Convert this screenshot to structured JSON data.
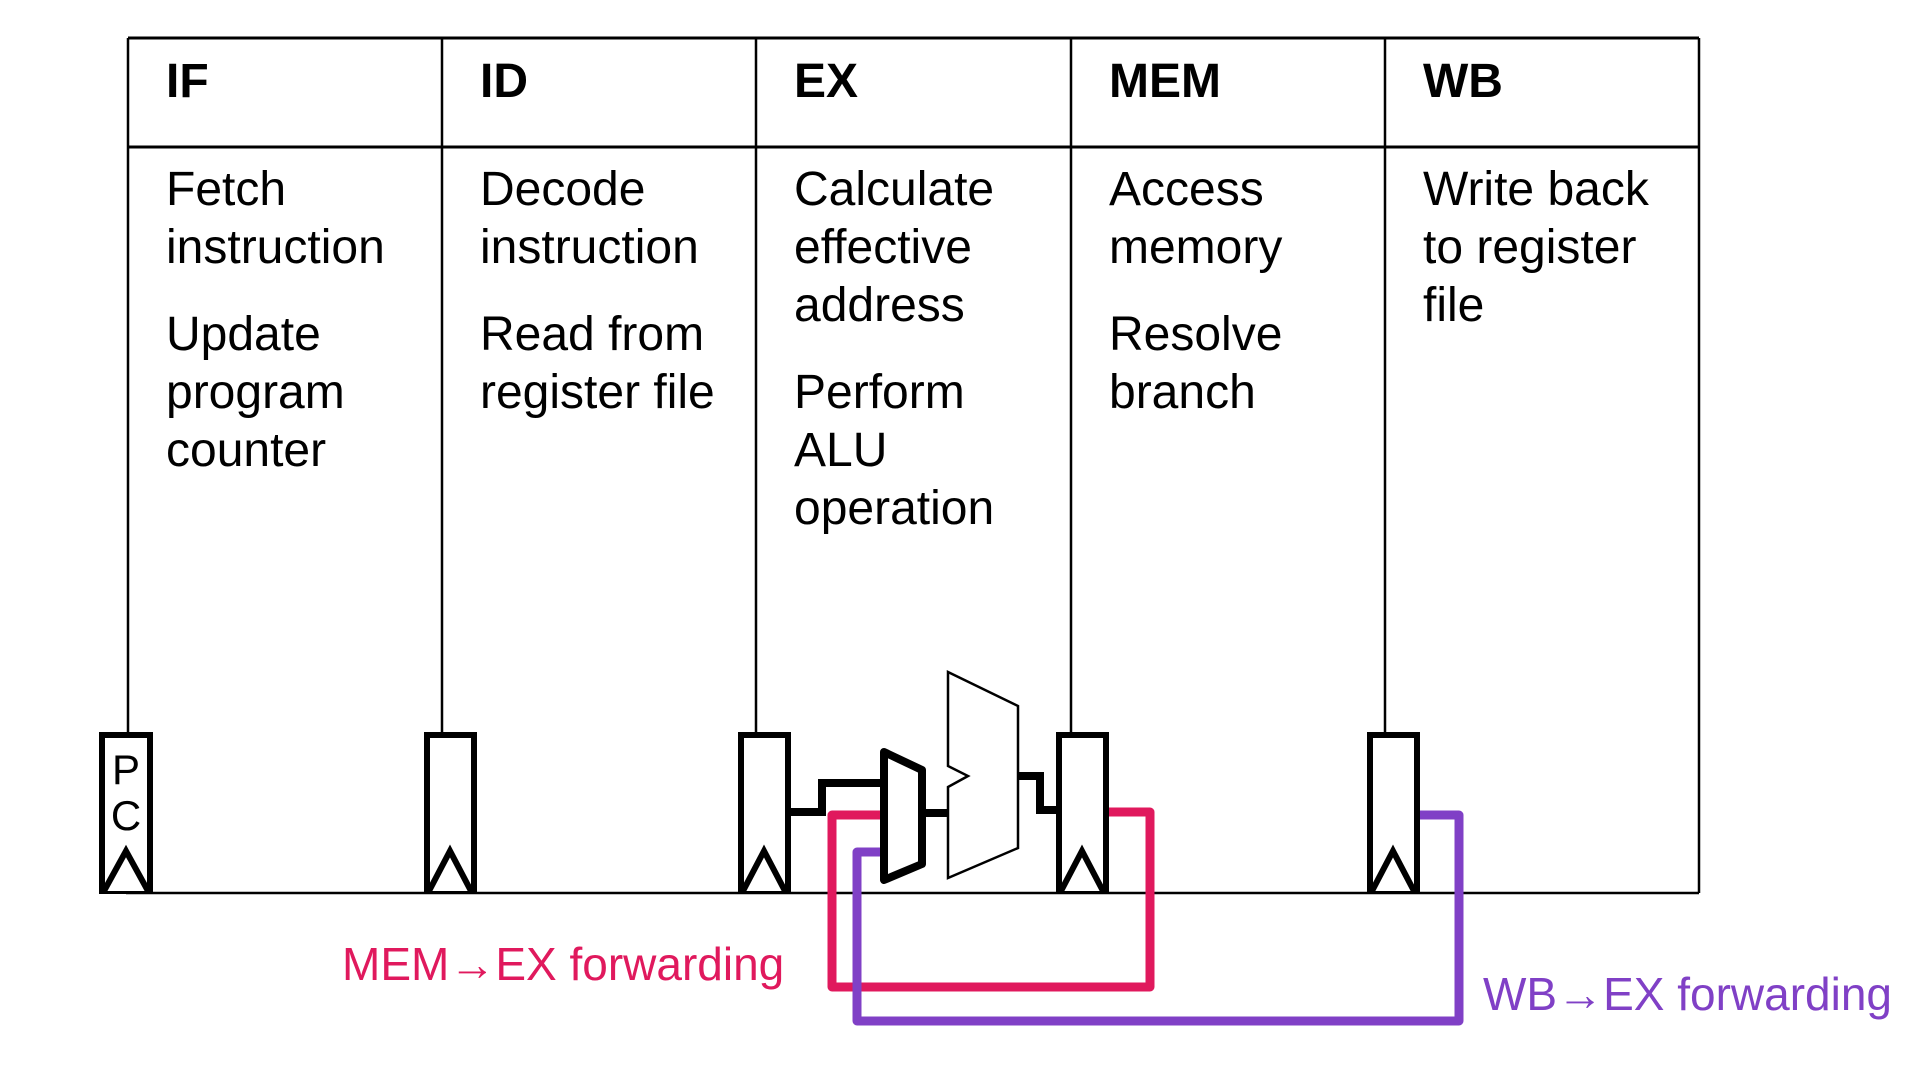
{
  "table": {
    "columns": [
      {
        "id": "if",
        "header": "IF",
        "body": [
          "Fetch\ninstruction",
          "Update\nprogram\ncounter"
        ]
      },
      {
        "id": "id",
        "header": "ID",
        "body": [
          "Decode\ninstruction",
          "Read from\nregister file"
        ]
      },
      {
        "id": "ex",
        "header": "EX",
        "body": [
          "Calculate\neffective\naddress",
          "Perform\nALU\noperation"
        ]
      },
      {
        "id": "mem",
        "header": "MEM",
        "body": [
          "Access\nmemory",
          "Resolve\nbranch"
        ]
      },
      {
        "id": "wb",
        "header": "WB",
        "body": [
          "Write back\nto register\nfile"
        ]
      }
    ]
  },
  "registers": {
    "pc_label": "P\nC"
  },
  "annotations": {
    "mem_ex": {
      "label": "MEM→EX forwarding",
      "color": "#E0195D"
    },
    "wb_ex": {
      "label": "WB→EX forwarding",
      "color": "#8040C6"
    }
  },
  "colors": {
    "line_black": "#000000",
    "background": "#ffffff"
  }
}
